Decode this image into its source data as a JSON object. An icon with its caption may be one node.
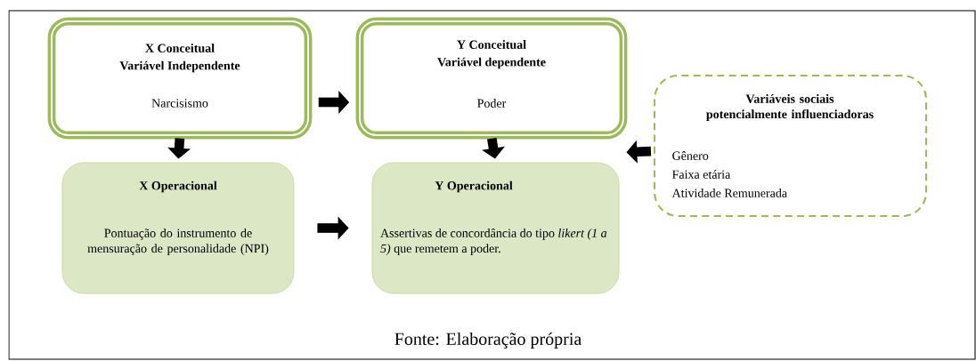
{
  "diagram": {
    "caption": "Fonte: Elaboração própria",
    "nodes": [
      {
        "text": [
          "X Conceitual",
          "Variável Independente",
          "Narcisismo"
        ]
      },
      {
        "text": [
          "Y Conceitual",
          "Variável dependente",
          "Poder"
        ]
      },
      {
        "text": [
          "Variáveis sociais potencialmente influenciadoras",
          "Gênero",
          "Faixa etária",
          "Atividade Remunerada"
        ]
      },
      {
        "text": [
          "X Operacional",
          "Pontuação do instrumento de mensuração de personalidade (NPI)"
        ]
      },
      {
        "text": [
          "Y Operacional",
          "Assertivas de concordância do tipo *likert (1 a 5)* que remetem a poder."
        ]
      }
    ],
    "edges": [
      {
        "from": 0,
        "to": 1,
        "arrow": "to"
      },
      {
        "from": 0,
        "to": 3,
        "arrow": "to"
      },
      {
        "from": 1,
        "to": 4,
        "arrow": "to"
      },
      {
        "from": 2,
        "to": 4,
        "arrow": "to"
      },
      {
        "from": 3,
        "to": 4,
        "arrow": "to"
      }
    ]
  }
}
